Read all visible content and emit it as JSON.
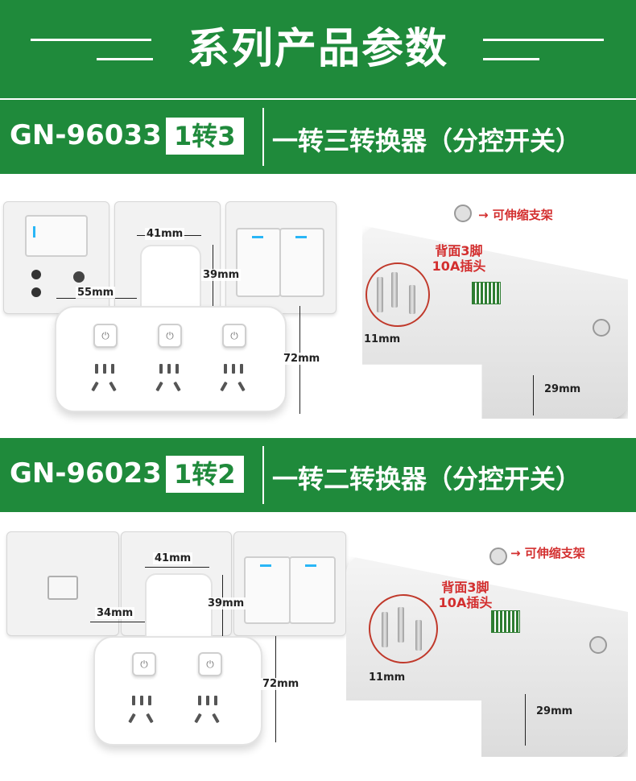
{
  "header": {
    "title": "系列产品参数"
  },
  "products": [
    {
      "model": "GN-96033",
      "badge": "1转3",
      "description": "一转三转换器（分控开关）",
      "dims": {
        "width": "41mm",
        "height_top": "39mm",
        "side": "55mm",
        "height_total": "72mm",
        "plug_depth": "11mm",
        "thickness": "29mm"
      },
      "back_label_line1": "背面3脚",
      "back_label_line2": "10A插头",
      "arrow_note": "→ 可伸缩支架",
      "outlet_count": 3
    },
    {
      "model": "GN-96023",
      "badge": "1转2",
      "description": "一转二转换器（分控开关）",
      "dims": {
        "width": "41mm",
        "height_top": "39mm",
        "side": "34mm",
        "height_total": "72mm",
        "plug_depth": "11mm",
        "thickness": "29mm"
      },
      "back_label_line1": "背面3脚",
      "back_label_line2": "10A插头",
      "arrow_note": "→ 可伸缩支架",
      "outlet_count": 2
    }
  ],
  "colors": {
    "brand_green": "#1f8a3b",
    "accent_red": "#d32f2f"
  },
  "icons": {
    "power": "power-icon"
  }
}
